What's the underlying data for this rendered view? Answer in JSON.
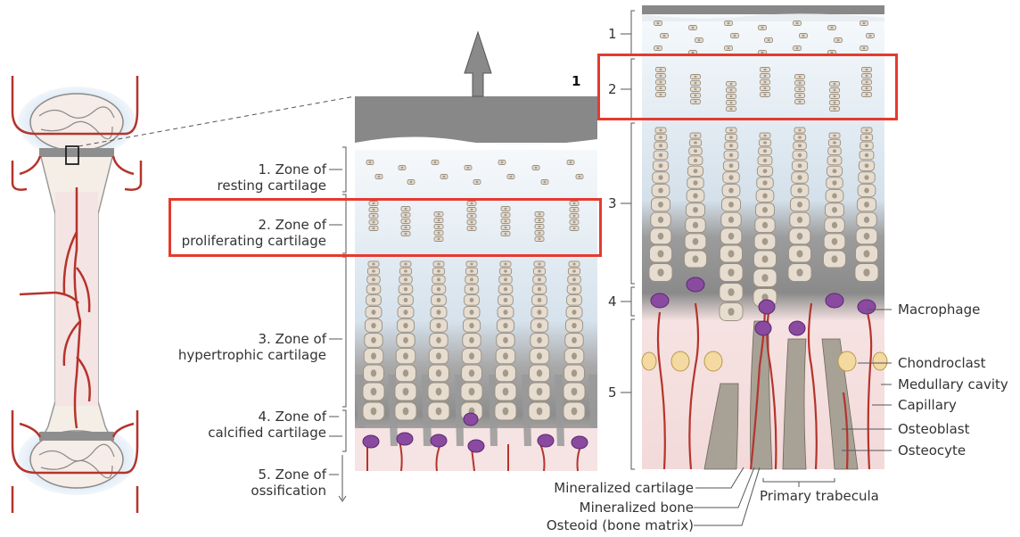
{
  "figure_marker": "1",
  "middle_panel": {
    "zones": [
      {
        "line1": "1. Zone of",
        "line2": "resting cartilage"
      },
      {
        "line1": "2. Zone of",
        "line2": "proliferating cartilage"
      },
      {
        "line1": "3. Zone of",
        "line2": "hypertrophic cartilage"
      },
      {
        "line1": "4. Zone of",
        "line2": "calcified cartilage"
      },
      {
        "line1": "5. Zone of",
        "line2": "ossification"
      }
    ]
  },
  "right_panel": {
    "zone_numbers": [
      "1",
      "2",
      "3",
      "4",
      "5"
    ],
    "right_labels": [
      "Macrophage",
      "Chondroclast",
      "Medullary cavity",
      "Capillary",
      "Osteoblast",
      "Osteocyte"
    ],
    "bottom_labels": [
      "Mineralized cartilage",
      "Mineralized bone",
      "Osteoid (bone matrix)"
    ],
    "trabecula_label": "Primary trabecula"
  },
  "highlights": [
    "zone-2-proliferating",
    "right-zone-2"
  ],
  "colors": {
    "highlight": "#e53a2f",
    "cartilage_cell": "#e6ddd0",
    "cell_border": "#9a8f80",
    "bone_gray": "#8e8e8e",
    "vessel": "#b5342c",
    "macrophage": "#8a4aa0",
    "chondroclast": "#e9d77a",
    "matrix_blue": "#dfe9f1",
    "ossification_pink": "#f6e3e3"
  }
}
